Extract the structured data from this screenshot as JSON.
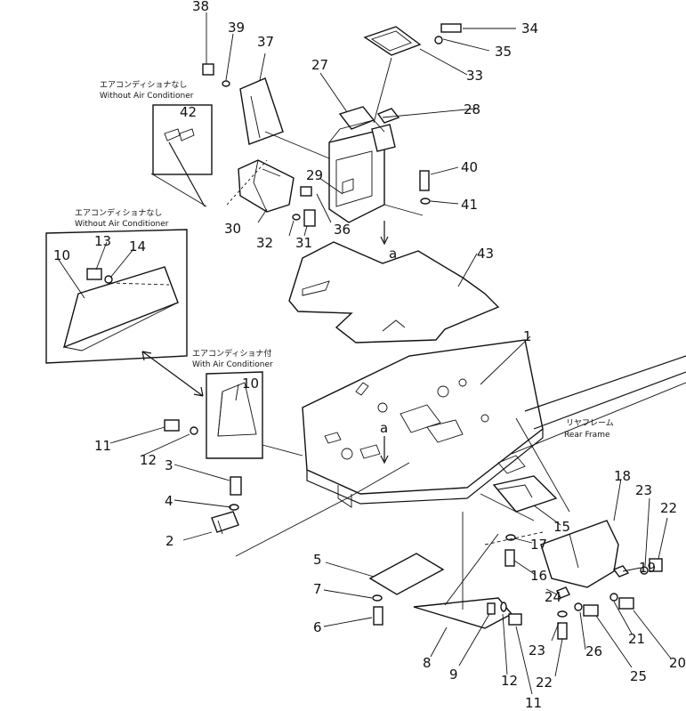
{
  "captions": {
    "top_jp": "エアコンディショナなし",
    "top_en": "Without Air Conditioner",
    "left_jp": "エアコンディショナなし",
    "left_en": "Without Air Conditioner",
    "with_jp": "エアコンディショナ付",
    "with_en": "With Air Conditioner",
    "rear_jp": "リヤフレーム",
    "rear_en": "Rear Frame"
  },
  "view_marks": {
    "upper": "a",
    "lower": "a"
  },
  "parts": {
    "p1": "1",
    "p2": "2",
    "p3": "3",
    "p4": "4",
    "p5": "5",
    "p6": "6",
    "p7": "7",
    "p8": "8",
    "p9": "9",
    "p10a": "10",
    "p10b": "10",
    "p11a": "11",
    "p11b": "11",
    "p12a": "12",
    "p12b": "12",
    "p13": "13",
    "p14": "14",
    "p15": "15",
    "p16": "16",
    "p17": "17",
    "p18": "18",
    "p19": "19",
    "p20": "20",
    "p21": "21",
    "p22a": "22",
    "p22b": "22",
    "p23a": "23",
    "p23b": "23",
    "p24": "24",
    "p25": "25",
    "p26": "26",
    "p27": "27",
    "p28": "28",
    "p29": "29",
    "p30": "30",
    "p31": "31",
    "p32": "32",
    "p33": "33",
    "p34": "34",
    "p35": "35",
    "p36": "36",
    "p37": "37",
    "p38": "38",
    "p39": "39",
    "p40": "40",
    "p41": "41",
    "p42": "42",
    "p43": "43"
  }
}
